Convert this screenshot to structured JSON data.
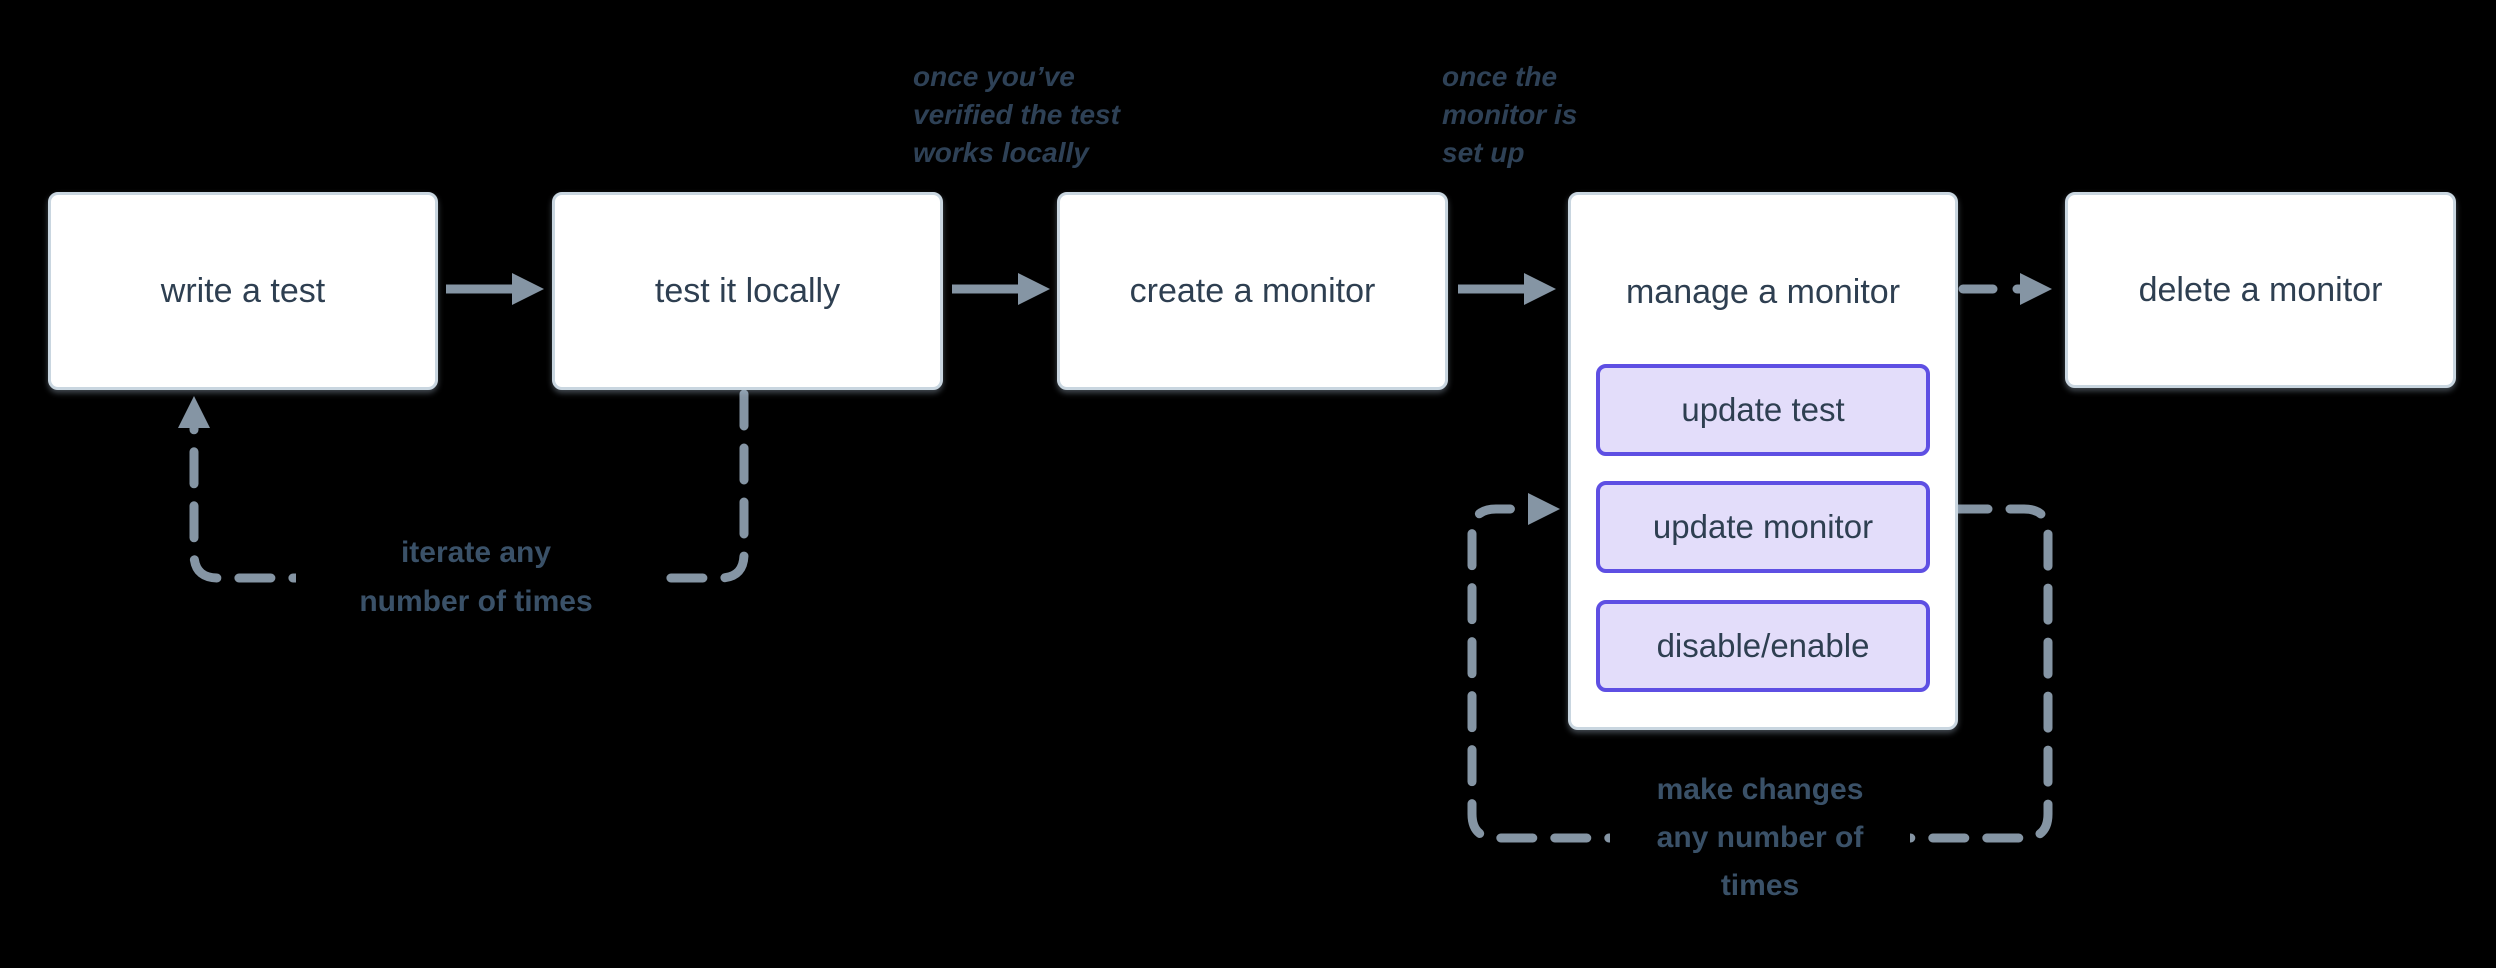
{
  "colors": {
    "background": "#000000",
    "node_fill": "#ffffff",
    "node_border": "#c9d6e0",
    "node_text": "#2e3f51",
    "button_fill": "#e3ddfa",
    "button_border": "#5e4fe3",
    "arrow": "#8595a4",
    "annotation_text": "#2e4156",
    "loop_label_text": "#3a5168"
  },
  "flow": {
    "nodes": [
      {
        "label": "write a test"
      },
      {
        "label": "test it locally"
      },
      {
        "label": "create a monitor"
      },
      {
        "label": "manage a monitor",
        "children": [
          {
            "label": "update test"
          },
          {
            "label": "update monitor"
          },
          {
            "label": "disable/enable"
          }
        ]
      },
      {
        "label": "delete a monitor"
      }
    ],
    "annotations": [
      {
        "text": "once you’ve verified the test works locally",
        "lines": [
          "once you’ve",
          "verified the test",
          "works locally"
        ]
      },
      {
        "text": "once the monitor is set up",
        "lines": [
          "once the",
          "monitor is",
          "set up"
        ]
      }
    ],
    "loops": [
      {
        "text": "iterate any number of times",
        "lines": [
          "iterate any",
          "number of times"
        ]
      },
      {
        "text": "make changes any number of times",
        "lines": [
          "make changes",
          "any number of",
          "times"
        ]
      }
    ]
  }
}
